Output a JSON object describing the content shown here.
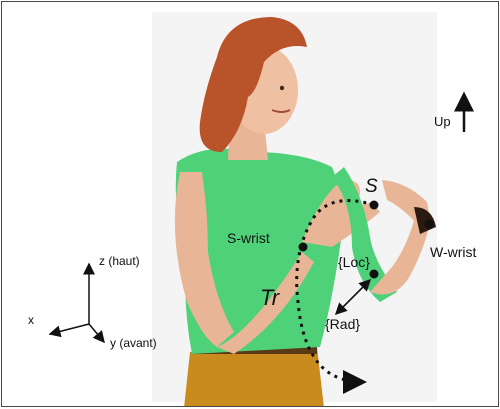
{
  "labels": {
    "up": "Up",
    "s": "S",
    "s_wrist": "S-wrist",
    "w_wrist": "W-wrist",
    "loc": "{Loc}",
    "rad": "{Rad}",
    "tr": "Tr",
    "z_axis": "z (haut)",
    "x_axis": "x",
    "y_axis": "y (avant)"
  },
  "colors": {
    "shirt": "#4fd17a",
    "skin": "#e8b596",
    "hair": "#b9532a",
    "pants": "#c98a1e",
    "ink": "#111111"
  }
}
